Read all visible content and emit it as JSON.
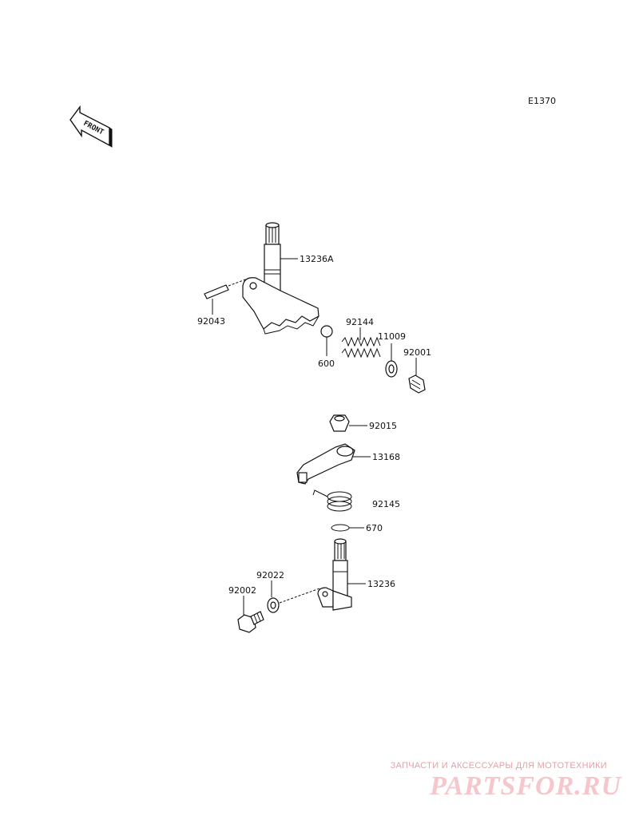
{
  "diagram_code": "E1370",
  "front_label": "FRONT",
  "parts": {
    "p13236A": "13236A",
    "p92043": "92043",
    "p92144": "92144",
    "p11009": "11009",
    "p92001": "92001",
    "p600": "600",
    "p92015": "92015",
    "p13168": "13168",
    "p92145": "92145",
    "p670": "670",
    "p92022": "92022",
    "p92002": "92002",
    "p13236": "13236"
  },
  "watermark": {
    "tagline": "ЗАПЧАСТИ И АКСЕССУАРЫ ДЛЯ МОТОТЕХНИКИ",
    "brand": "PARTSFOR.RU"
  }
}
